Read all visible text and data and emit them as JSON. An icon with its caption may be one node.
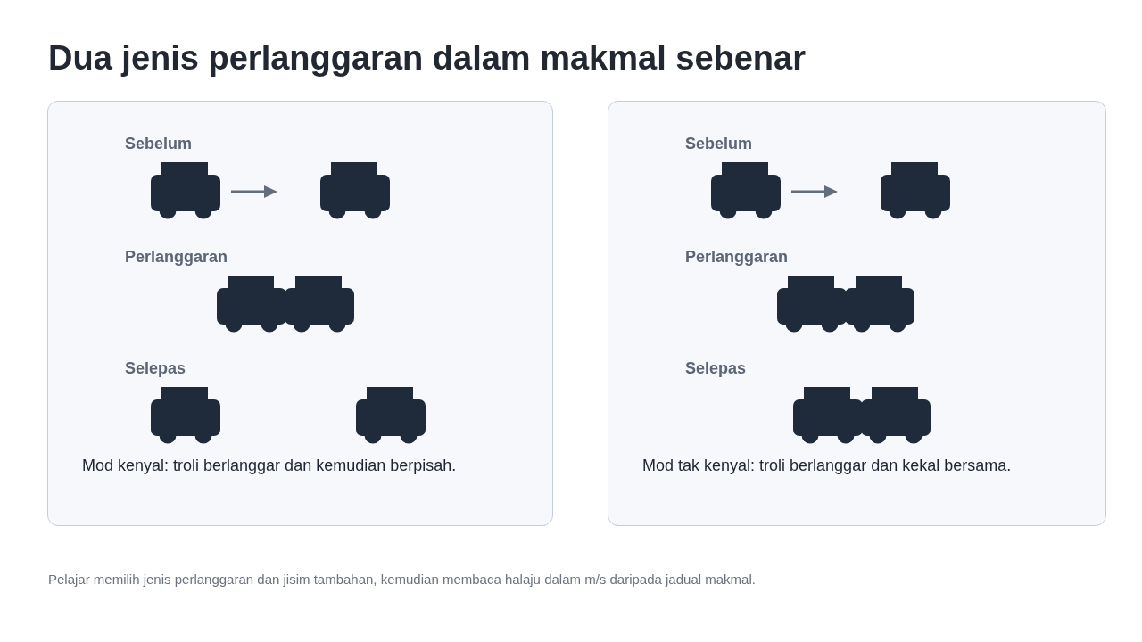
{
  "diagram": {
    "title": "Dua jenis perlanggaran dalam makmal sebenar",
    "caption": "Pelajar memilih jenis perlanggaran dan jisim tambahan, kemudian membaca halaju dalam m/s daripada jadual makmal.",
    "nodes": [
      {
        "text": [
          "Sebelum",
          "Perlanggaran",
          "Selepas",
          "Mod kenyal: troli berlanggar dan kemudian berpisah."
        ]
      },
      {
        "text": [
          "Sebelum",
          "Perlanggaran",
          "Selepas",
          "Mod tak kenyal: troli berlanggar dan kekal bersama."
        ]
      }
    ]
  }
}
